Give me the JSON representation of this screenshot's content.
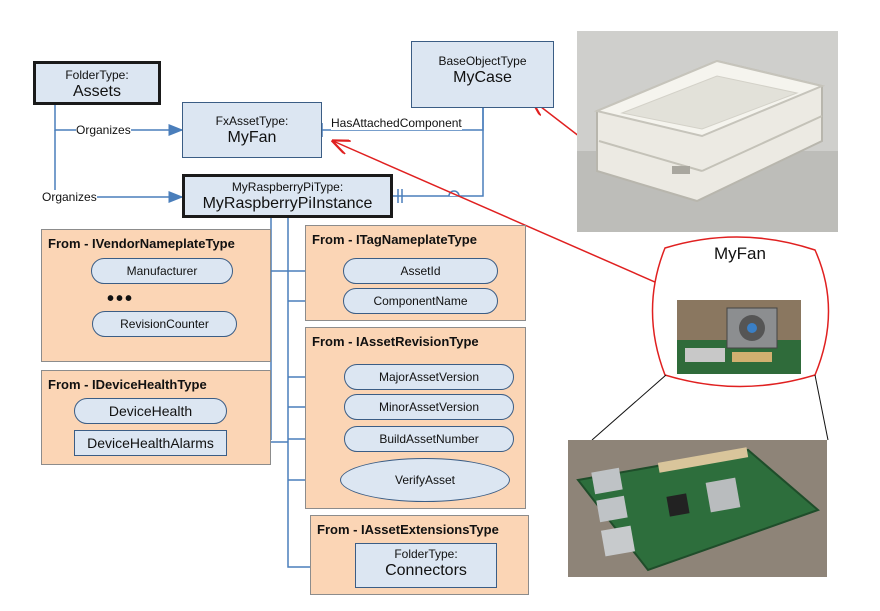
{
  "nodes": {
    "assets": {
      "type": "FolderType:",
      "name": "Assets"
    },
    "myfan": {
      "type": "FxAssetType:",
      "name": "MyFan"
    },
    "mycase": {
      "type": "BaseObjectType",
      "name": "MyCase"
    },
    "instance": {
      "type": "MyRaspberryPiType:",
      "name": "MyRaspberryPiInstance"
    }
  },
  "references": {
    "organizes_1": "Organizes",
    "organizes_2": "Organizes",
    "has_attached": "HasAttachedComponent"
  },
  "groups": {
    "vendor": {
      "title": "From - IVendorNameplateType",
      "items": [
        "Manufacturer",
        "RevisionCounter"
      ],
      "ellipsis": "•••"
    },
    "tag": {
      "title": "From - ITagNameplateType",
      "items": [
        "AssetId",
        "ComponentName"
      ]
    },
    "health": {
      "title": "From - IDeviceHealthType",
      "items": [
        "DeviceHealth",
        "DeviceHealthAlarms"
      ]
    },
    "revision": {
      "title": "From - IAssetRevisionType",
      "items": [
        "MajorAssetVersion",
        "MinorAssetVersion",
        "BuildAssetNumber"
      ],
      "method": "VerifyAsset"
    },
    "extensions": {
      "title": "From - IAssetExtensionsType",
      "folder": {
        "type": "FolderType:",
        "name": "Connectors"
      }
    }
  },
  "callout": {
    "title": "MyFan"
  },
  "colors": {
    "arrow": "#4a7ebb",
    "highlight": "#e02020",
    "group_fill": "#fbd5b5",
    "node_fill": "#dce6f2"
  }
}
